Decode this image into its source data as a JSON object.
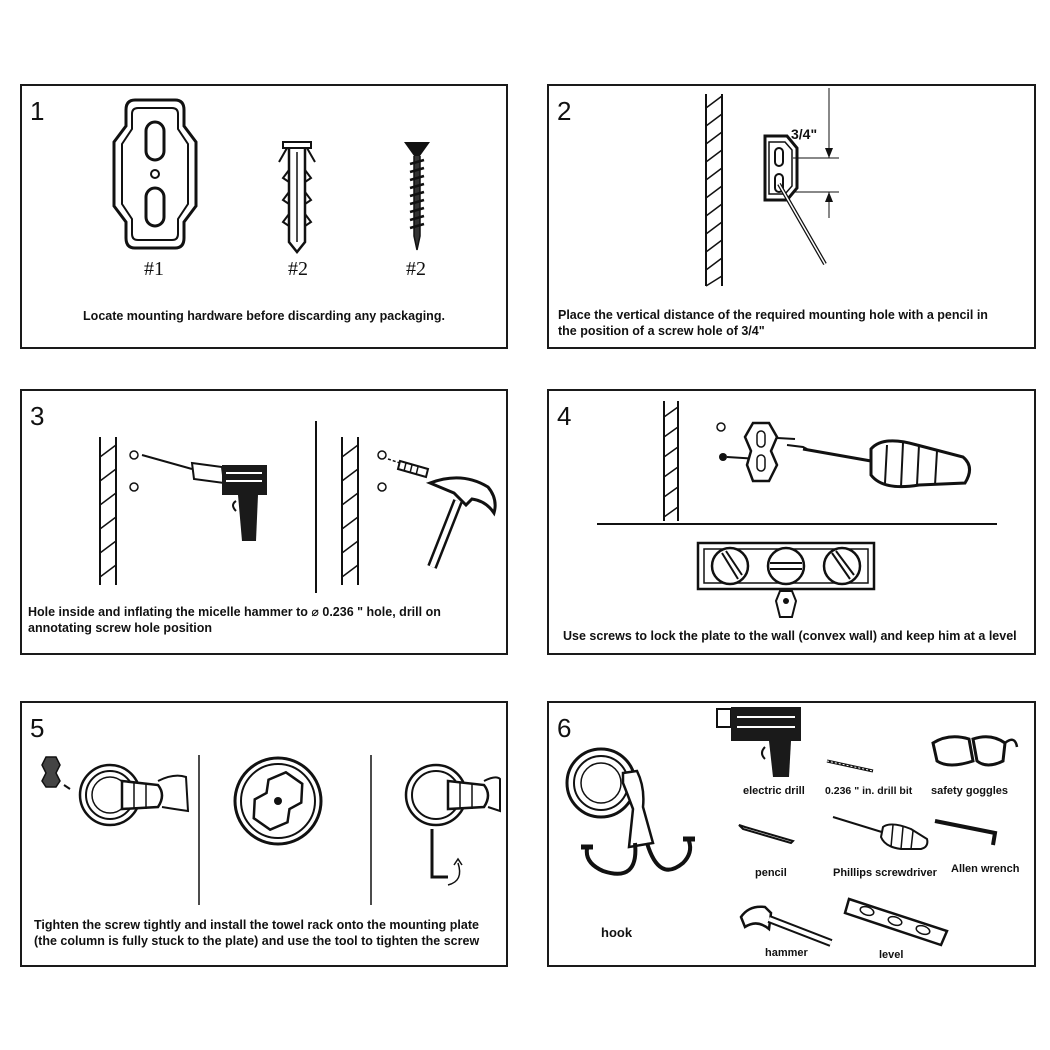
{
  "panels": [
    {
      "number": "1",
      "caption": "Locate mounting hardware before discarding any packaging.",
      "labels": [
        "#1",
        "#2",
        "#2"
      ]
    },
    {
      "number": "2",
      "caption": "Place the vertical distance of the required mounting hole with a pencil in the position of a screw hole of 3/4\"",
      "dimension": "3/4\""
    },
    {
      "number": "3",
      "caption": "Hole inside and inflating the micelle hammer to ⌀ 0.236 \"  hole, drill on annotating screw hole position"
    },
    {
      "number": "4",
      "caption": "Use screws to lock the plate to the wall (convex wall) and keep him at a level"
    },
    {
      "number": "5",
      "caption": "Tighten the screw tightly and install the towel rack onto the mounting plate (the column is fully stuck to the plate) and use the tool to tighten the screw"
    },
    {
      "number": "6",
      "hook_label": "hook",
      "tools": [
        "electric drill",
        "0.236 \"  in. drill bit",
        "safety goggles",
        "pencil",
        "Phillips screwdriver",
        "Allen wrench",
        "hammer",
        "level"
      ]
    }
  ]
}
